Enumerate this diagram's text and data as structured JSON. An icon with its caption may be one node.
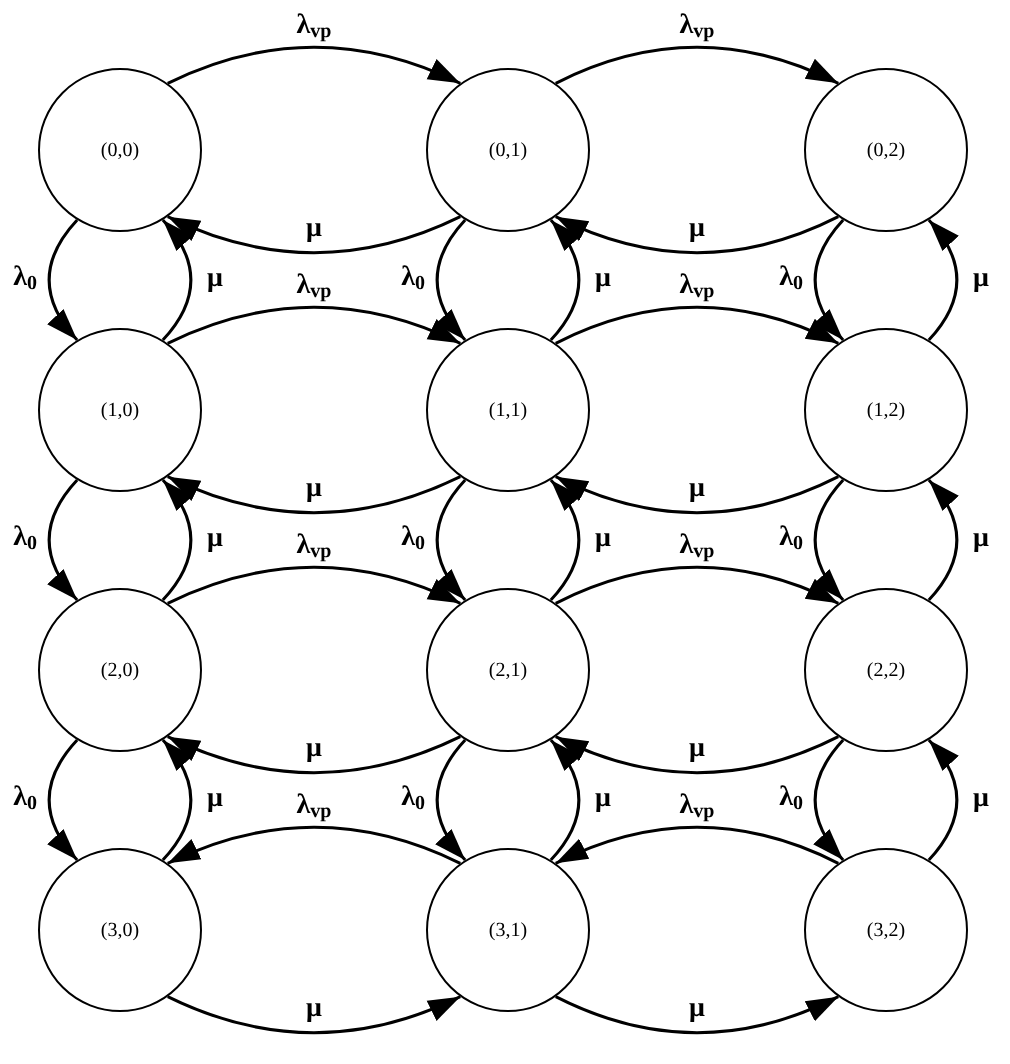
{
  "diagram": {
    "nodes": [
      {
        "text": [
          "(0,0)"
        ]
      },
      {
        "text": [
          "(0,1)"
        ]
      },
      {
        "text": [
          "(0,2)"
        ]
      },
      {
        "text": [
          "(1,0)"
        ]
      },
      {
        "text": [
          "(1,1)"
        ]
      },
      {
        "text": [
          "(1,2)"
        ]
      },
      {
        "text": [
          "(2,0)"
        ]
      },
      {
        "text": [
          "(2,1)"
        ]
      },
      {
        "text": [
          "(2,2)"
        ]
      },
      {
        "text": [
          "(3,0)"
        ]
      },
      {
        "text": [
          "(3,1)"
        ]
      },
      {
        "text": [
          "(3,2)"
        ]
      }
    ],
    "edges": [
      {
        "from": 0,
        "to": 1,
        "arrow": "to",
        "label": "λ$_{vp}$"
      },
      {
        "from": 1,
        "to": 0,
        "arrow": "to",
        "label": "μ"
      },
      {
        "from": 1,
        "to": 2,
        "arrow": "to",
        "label": "λ$_{vp}$"
      },
      {
        "from": 2,
        "to": 1,
        "arrow": "to",
        "label": "μ"
      },
      {
        "from": 3,
        "to": 4,
        "arrow": "to",
        "label": "λ$_{vp}$"
      },
      {
        "from": 4,
        "to": 3,
        "arrow": "to",
        "label": "μ"
      },
      {
        "from": 4,
        "to": 5,
        "arrow": "to",
        "label": "λ$_{vp}$"
      },
      {
        "from": 5,
        "to": 4,
        "arrow": "to",
        "label": "μ"
      },
      {
        "from": 6,
        "to": 7,
        "arrow": "to",
        "label": "λ$_{vp}$"
      },
      {
        "from": 7,
        "to": 6,
        "arrow": "to",
        "label": "μ"
      },
      {
        "from": 7,
        "to": 8,
        "arrow": "to",
        "label": "λ$_{vp}$"
      },
      {
        "from": 8,
        "to": 7,
        "arrow": "to",
        "label": "μ"
      },
      {
        "from": 10,
        "to": 9,
        "arrow": "to",
        "label": "λ$_{vp}$"
      },
      {
        "from": 9,
        "to": 10,
        "arrow": "to",
        "label": "μ"
      },
      {
        "from": 11,
        "to": 10,
        "arrow": "to",
        "label": "λ$_{vp}$"
      },
      {
        "from": 10,
        "to": 11,
        "arrow": "to",
        "label": "μ"
      },
      {
        "from": 0,
        "to": 3,
        "arrow": "to",
        "label": "λ$_{0}$"
      },
      {
        "from": 3,
        "to": 0,
        "arrow": "to",
        "label": "μ"
      },
      {
        "from": 1,
        "to": 4,
        "arrow": "to",
        "label": "λ$_{0}$"
      },
      {
        "from": 4,
        "to": 1,
        "arrow": "to",
        "label": "μ"
      },
      {
        "from": 2,
        "to": 5,
        "arrow": "to",
        "label": "λ$_{0}$"
      },
      {
        "from": 5,
        "to": 2,
        "arrow": "to",
        "label": "μ"
      },
      {
        "from": 3,
        "to": 6,
        "arrow": "to",
        "label": "λ$_{0}$"
      },
      {
        "from": 6,
        "to": 3,
        "arrow": "to",
        "label": "μ"
      },
      {
        "from": 4,
        "to": 7,
        "arrow": "to",
        "label": "λ$_{0}$"
      },
      {
        "from": 7,
        "to": 4,
        "arrow": "to",
        "label": "μ"
      },
      {
        "from": 5,
        "to": 8,
        "arrow": "to",
        "label": "λ$_{0}$"
      },
      {
        "from": 8,
        "to": 5,
        "arrow": "to",
        "label": "μ"
      },
      {
        "from": 6,
        "to": 9,
        "arrow": "to",
        "label": "λ$_{0}$"
      },
      {
        "from": 9,
        "to": 6,
        "arrow": "to",
        "label": "μ"
      },
      {
        "from": 7,
        "to": 10,
        "arrow": "to",
        "label": "λ$_{0}$"
      },
      {
        "from": 10,
        "to": 7,
        "arrow": "to",
        "label": "μ"
      },
      {
        "from": 8,
        "to": 11,
        "arrow": "to",
        "label": "λ$_{0}$"
      },
      {
        "from": 11,
        "to": 8,
        "arrow": "to",
        "label": "μ"
      }
    ]
  }
}
